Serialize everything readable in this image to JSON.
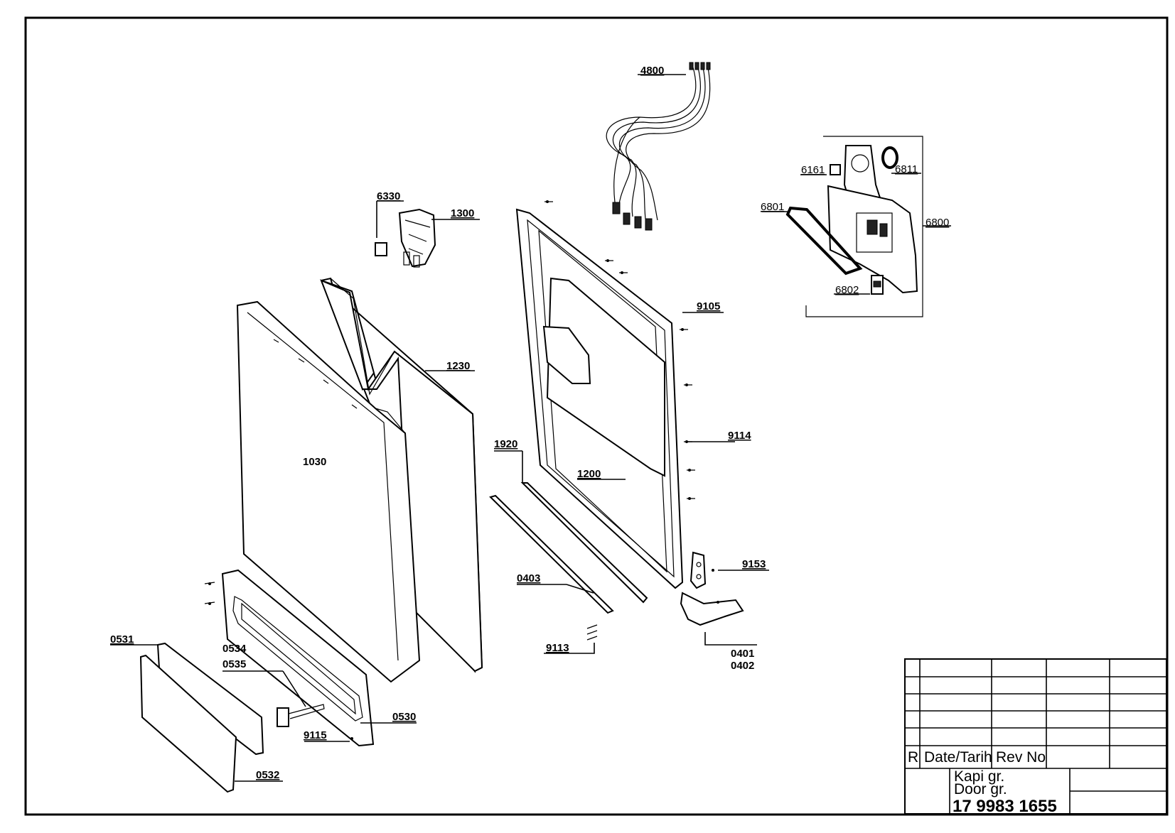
{
  "parts": {
    "p4800": "4800",
    "p6161": "6161",
    "p6811": "6811",
    "p6801": "6801",
    "p6800": "6800",
    "p6802": "6802",
    "p6330": "6330",
    "p1300": "1300",
    "p9105": "9105",
    "p1230": "1230",
    "p1030": "1030",
    "p9114": "9114",
    "p1920": "1920",
    "p1200": "1200",
    "p9153": "9153",
    "p0403": "0403",
    "p9113": "9113",
    "p0401": "0401",
    "p0402": "0402",
    "p0531": "0531",
    "p0534": "0534",
    "p0535": "0535",
    "p0530": "0530",
    "p9115": "9115",
    "p0532": "0532"
  },
  "title_block": {
    "rev_col": "R",
    "date_col": "Date/Tarih",
    "revno_col": "Rev No",
    "group_tr": "Kapi gr.",
    "group_en": "Door gr.",
    "drawing_no": "17 9983 1655"
  }
}
